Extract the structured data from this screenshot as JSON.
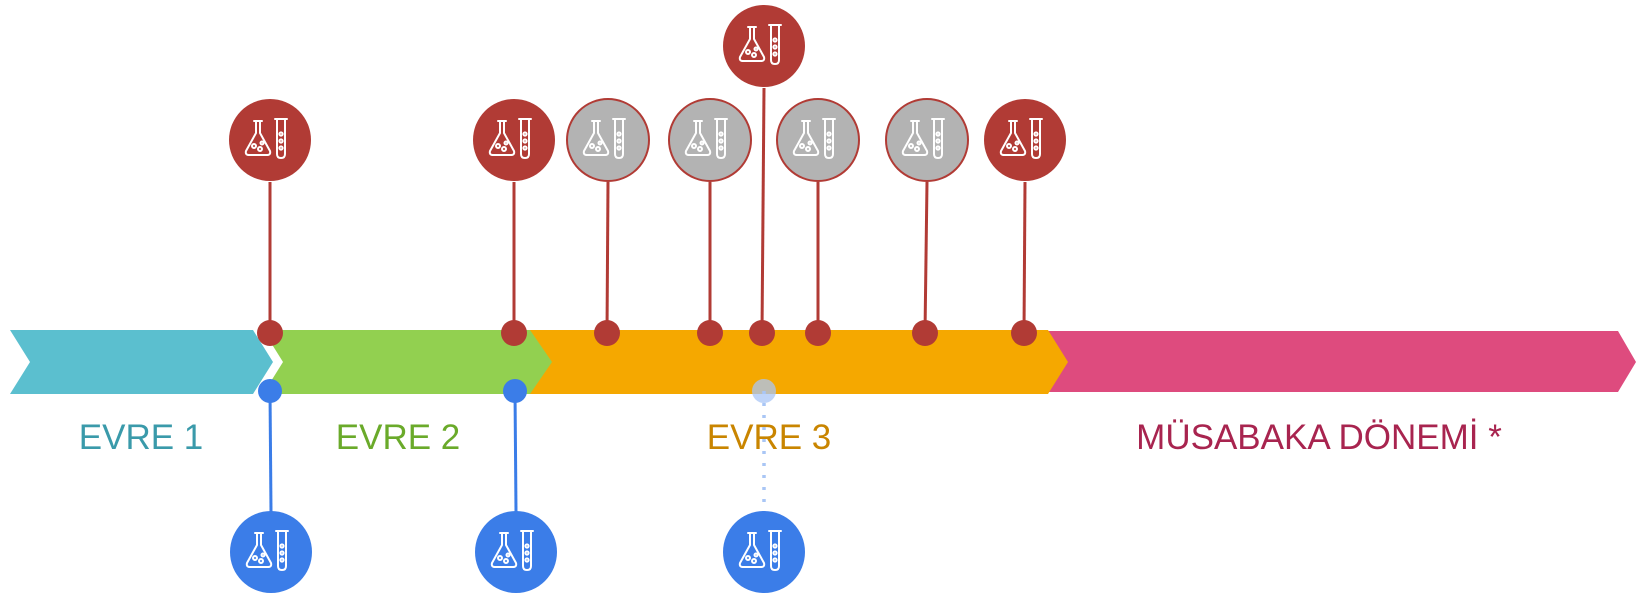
{
  "colors": {
    "phase1": "#5bbfcf",
    "phase2": "#92d050",
    "phase3": "#f5a800",
    "competition": "#de4b7e",
    "test_red": "#b13b35",
    "test_gray": "#b3b3b3",
    "test_blue": "#3b7de8",
    "label1": "#3a9aaa",
    "label2": "#6aaa2a",
    "label3": "#c98500",
    "label4": "#a8244f"
  },
  "phases": [
    {
      "label": "EVRE 1",
      "color_key": "phase1",
      "label_color_key": "label1"
    },
    {
      "label": "EVRE 2",
      "color_key": "phase2",
      "label_color_key": "label2"
    },
    {
      "label": "EVRE 3",
      "color_key": "phase3",
      "label_color_key": "label3"
    },
    {
      "label": "MÜSABAKA DÖNEMİ *",
      "color_key": "competition",
      "label_color_key": "label4"
    }
  ],
  "markers": {
    "top": [
      {
        "status": "red",
        "icon": "lab-flask-icon"
      },
      {
        "status": "red",
        "icon": "lab-flask-icon"
      },
      {
        "status": "gray",
        "icon": "lab-flask-icon"
      },
      {
        "status": "gray",
        "icon": "lab-flask-icon"
      },
      {
        "status": "red",
        "icon": "lab-flask-icon"
      },
      {
        "status": "gray",
        "icon": "lab-flask-icon"
      },
      {
        "status": "gray",
        "icon": "lab-flask-icon"
      },
      {
        "status": "red",
        "icon": "lab-flask-icon"
      }
    ],
    "bottom": [
      {
        "status": "blue",
        "style": "solid",
        "icon": "lab-flask-icon"
      },
      {
        "status": "blue",
        "style": "solid",
        "icon": "lab-flask-icon"
      },
      {
        "status": "blue",
        "style": "dotted",
        "icon": "lab-flask-icon"
      }
    ]
  }
}
